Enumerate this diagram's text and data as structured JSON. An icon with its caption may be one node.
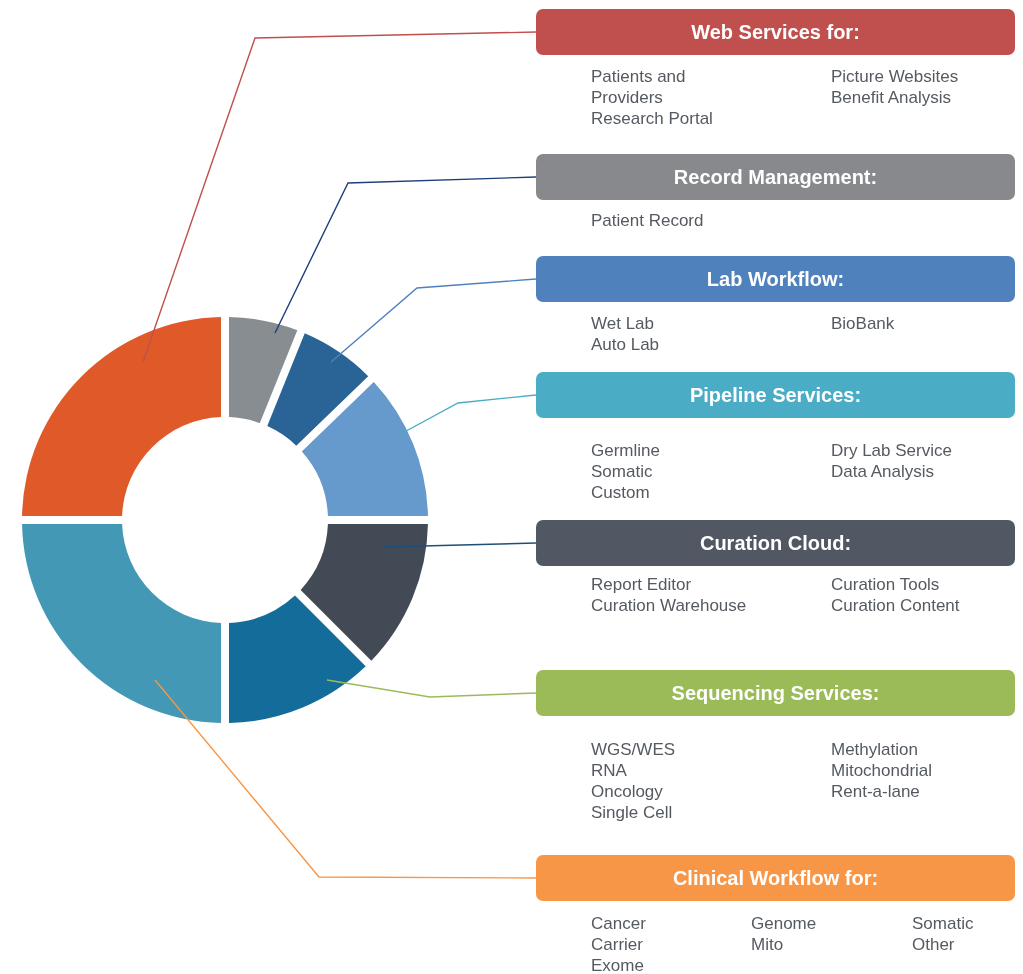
{
  "diagram": {
    "nodes": [
      {
        "text": [
          "Web Services for:"
        ],
        "beside": [
          "Patients and Providers",
          "Research Portal",
          "Picture Websites",
          "Benefit Analysis"
        ]
      },
      {
        "text": [
          "Record Management:"
        ],
        "beside": [
          "Patient Record"
        ]
      },
      {
        "text": [
          "Lab Workflow:"
        ],
        "beside": [
          "Wet Lab",
          "Auto Lab",
          "BioBank"
        ]
      },
      {
        "text": [
          "Pipeline Services:"
        ],
        "beside": [
          "Germline",
          "Somatic",
          "Custom",
          "Dry Lab Service",
          "Data Analysis"
        ]
      },
      {
        "text": [
          "Curation Cloud:"
        ],
        "beside": [
          "Report Editor",
          "Curation Warehouse",
          "Curation Tools",
          "Curation Content"
        ]
      },
      {
        "text": [
          "Sequencing Services:"
        ],
        "beside": [
          "WGS/WES",
          "RNA",
          "Oncology",
          "Single Cell",
          "Methylation",
          "Mitochondrial",
          "Rent-a-lane"
        ]
      },
      {
        "text": [
          "Clinical Workflow for:"
        ],
        "beside": [
          "Cancer",
          "Carrier",
          "Exome",
          "Genome",
          "Mito",
          "Somatic",
          "Other"
        ]
      },
      {
        "text": [],
        "shape": "segment"
      },
      {
        "text": [],
        "shape": "segment"
      },
      {
        "text": [],
        "shape": "segment"
      },
      {
        "text": [],
        "shape": "segment"
      },
      {
        "text": [],
        "shape": "segment"
      },
      {
        "text": [],
        "shape": "segment"
      },
      {
        "text": [],
        "shape": "segment"
      }
    ],
    "edges": [
      {
        "from": 0,
        "to": 13,
        "arrow": "none",
        "color": "#c0504d"
      },
      {
        "from": 1,
        "to": 7,
        "arrow": "none",
        "color": "#1f3f7a"
      },
      {
        "from": 2,
        "to": 8,
        "arrow": "none",
        "color": "#4f81bd"
      },
      {
        "from": 3,
        "to": 9,
        "arrow": "none",
        "color": "#4bacc6"
      },
      {
        "from": 4,
        "to": 10,
        "arrow": "none",
        "color": "#1f4e79"
      },
      {
        "from": 5,
        "to": 11,
        "arrow": "none",
        "color": "#9bbb59"
      },
      {
        "from": 6,
        "to": 12,
        "arrow": "none",
        "color": "#f79646"
      }
    ]
  }
}
